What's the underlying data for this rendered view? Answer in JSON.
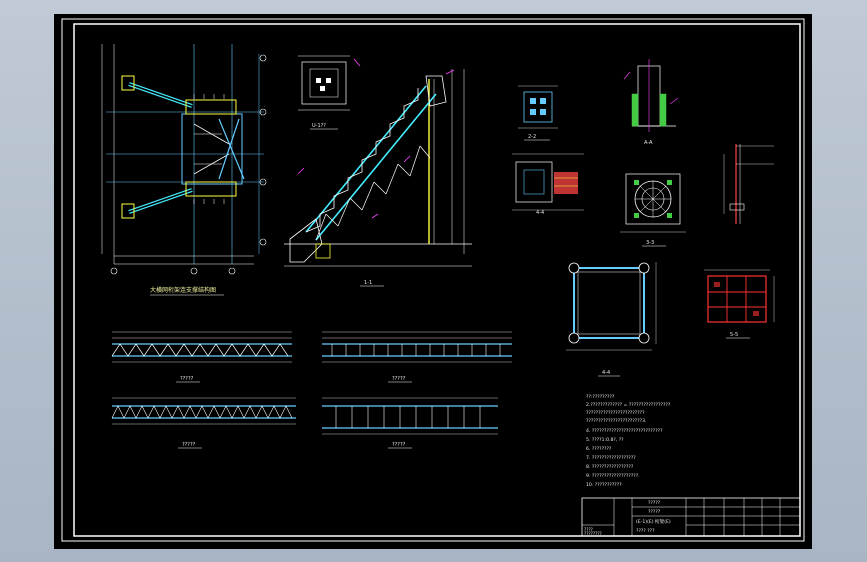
{
  "drawing": {
    "main_plan_title": "大横网桁架连支撑结构图",
    "sections": {
      "u_1": "U-1??",
      "sec_1_1": "1-1",
      "sec_2_2": "2-2",
      "sec_3_3": "3-3",
      "sec_4_4": "4-4",
      "sec_5_5": "5-5",
      "sec_a": "A-A",
      "truss_1": "?????",
      "truss_2": "?????",
      "truss_3": "?????",
      "truss_4": "?????"
    },
    "notes": [
      "??:?????????",
      "2.????????????? = ?????????????????",
      "????????????????????????",
      "???????????????????????3.",
      "4. ?????????????????????????????",
      "5. ????1:0.8?, ??",
      "6. ????????",
      "7. ??????????????????",
      "8. ?????????????????",
      "9. ???????????????????.",
      "10. ???????????"
    ],
    "title_block": {
      "company": "?????",
      "project": "?????",
      "drawing_name": "(E-1)(E) 桁架(E)",
      "sheet_code": "???? ???",
      "stamp_1": "????",
      "stamp_2": "????????"
    }
  }
}
